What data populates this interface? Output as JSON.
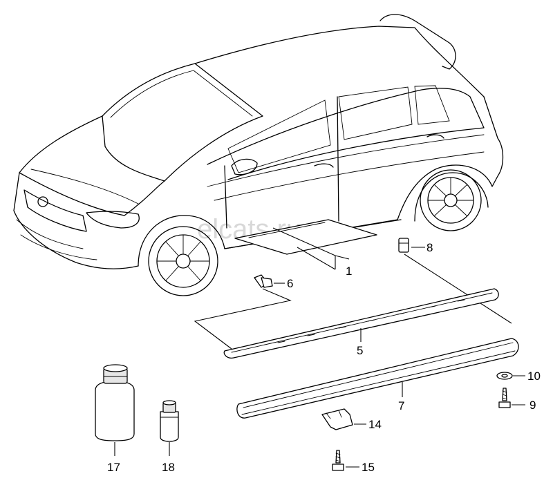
{
  "watermark": "elcats.ru",
  "callouts": [
    {
      "id": "1",
      "label": "1"
    },
    {
      "id": "5",
      "label": "5"
    },
    {
      "id": "6",
      "label": "6"
    },
    {
      "id": "7",
      "label": "7"
    },
    {
      "id": "8",
      "label": "8"
    },
    {
      "id": "9",
      "label": "9"
    },
    {
      "id": "10",
      "label": "10"
    },
    {
      "id": "14",
      "label": "14"
    },
    {
      "id": "15",
      "label": "15"
    },
    {
      "id": "17",
      "label": "17"
    },
    {
      "id": "18",
      "label": "18"
    }
  ]
}
